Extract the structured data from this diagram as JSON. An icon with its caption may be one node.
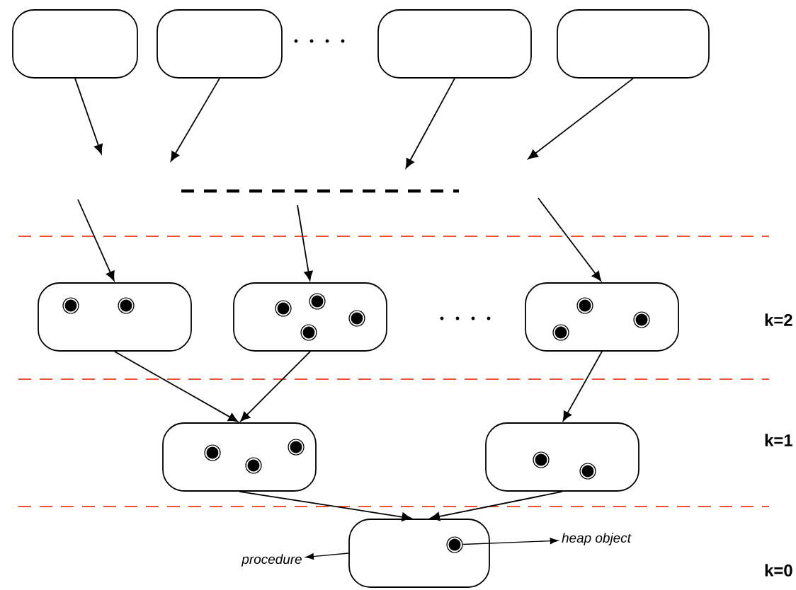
{
  "diagram": {
    "nodes": [
      {
        "text": [],
        "shape": "box"
      },
      {
        "text": [],
        "shape": "box"
      },
      {
        "text": [],
        "shape": "box"
      },
      {
        "text": [],
        "shape": "box"
      },
      {
        "text": [],
        "shape": "box"
      },
      {
        "text": [],
        "shape": "box"
      },
      {
        "text": [],
        "shape": "box"
      },
      {
        "text": [],
        "shape": "box"
      },
      {
        "text": [],
        "shape": "box"
      },
      {
        "text": [],
        "shape": "box"
      },
      {
        "text": [
          "procedure"
        ]
      },
      {
        "text": [
          "heap object"
        ]
      },
      {
        "text": [],
        "shape": "circle",
        "in": 9
      }
    ],
    "edges": [
      {
        "from": 0,
        "to": null,
        "arrow": "to"
      },
      {
        "from": 1,
        "to": null,
        "arrow": "to"
      },
      {
        "from": 2,
        "to": null,
        "arrow": "to"
      },
      {
        "from": 3,
        "to": null,
        "arrow": "to"
      },
      {
        "from": null,
        "to": 4,
        "arrow": "to"
      },
      {
        "from": null,
        "to": 5,
        "arrow": "to"
      },
      {
        "from": null,
        "to": 6,
        "arrow": "to"
      },
      {
        "from": 4,
        "to": 7,
        "arrow": "to"
      },
      {
        "from": 5,
        "to": 7,
        "arrow": "to"
      },
      {
        "from": 6,
        "to": 8,
        "arrow": "to"
      },
      {
        "from": 7,
        "to": 9,
        "arrow": "to"
      },
      {
        "from": 8,
        "to": 9,
        "arrow": "to"
      },
      {
        "from": 9,
        "to": 10,
        "arrow": "to"
      },
      {
        "from": 12,
        "to": 11,
        "arrow": "to"
      }
    ],
    "labels": [
      "k=2",
      "k=1",
      "k=0"
    ]
  }
}
